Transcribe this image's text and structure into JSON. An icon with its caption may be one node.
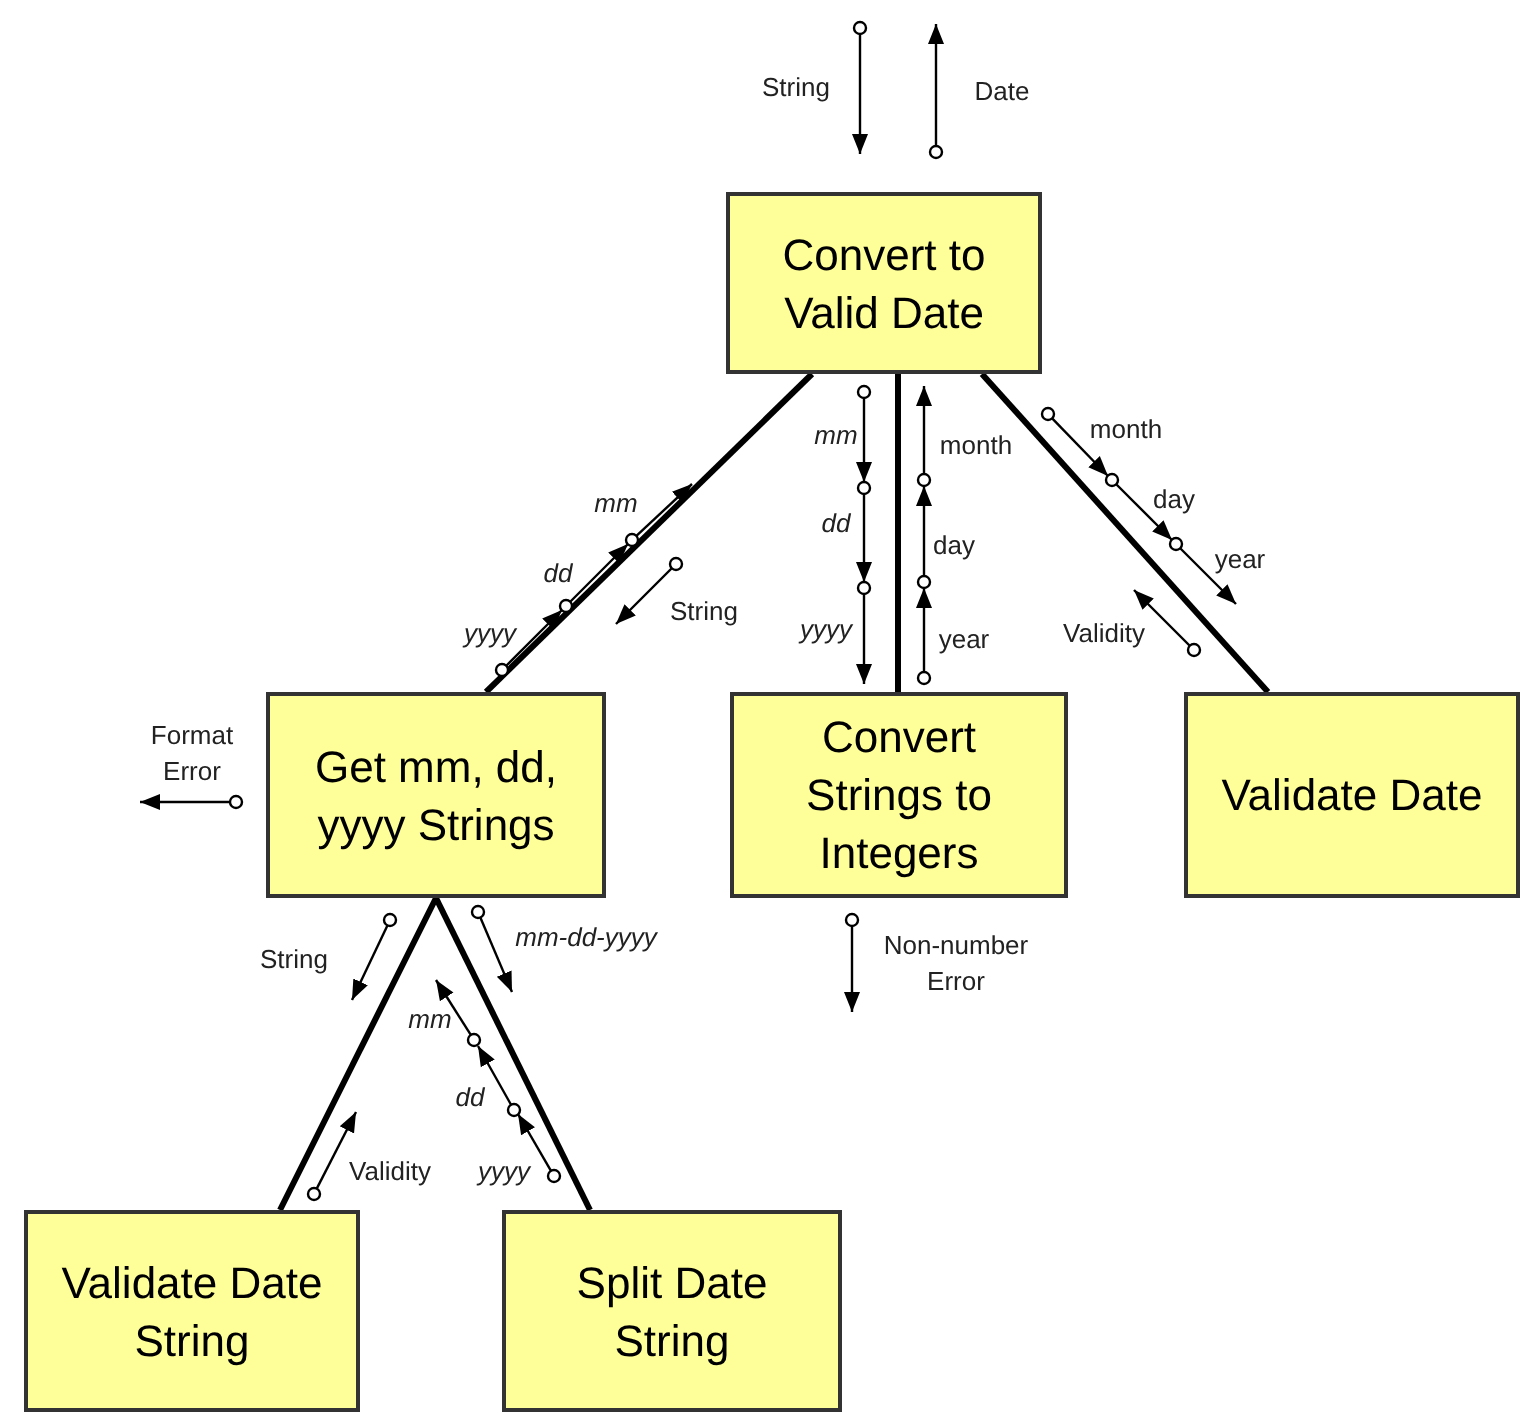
{
  "diagram": {
    "nodes": [
      {
        "text": [
          "Convert to Valid Date"
        ]
      },
      {
        "text": [
          "Get mm, dd, yyyy Strings"
        ]
      },
      {
        "text": [
          "Convert Strings to Integers"
        ]
      },
      {
        "text": [
          "Validate Date"
        ]
      },
      {
        "text": [
          "Validate Date String"
        ]
      },
      {
        "text": [
          "Split Date String"
        ]
      }
    ],
    "edges": [
      {
        "from": 0,
        "to": 1,
        "arrow": "none"
      },
      {
        "from": 0,
        "to": 2,
        "arrow": "none"
      },
      {
        "from": 0,
        "to": 3,
        "arrow": "none"
      },
      {
        "from": 1,
        "to": 4,
        "arrow": "none"
      },
      {
        "from": 1,
        "to": 5,
        "arrow": "none"
      }
    ],
    "labels": [
      "String",
      "Date",
      "month",
      "mm",
      "month",
      "day",
      "mm",
      "dd",
      "day",
      "year",
      "dd",
      "String",
      "yyyy",
      "yyyy",
      "year",
      "Validity",
      "Format Error",
      "mm-dd-yyyy",
      "String",
      "Non-number Error",
      "mm",
      "dd",
      "Validity",
      "yyyy"
    ]
  }
}
